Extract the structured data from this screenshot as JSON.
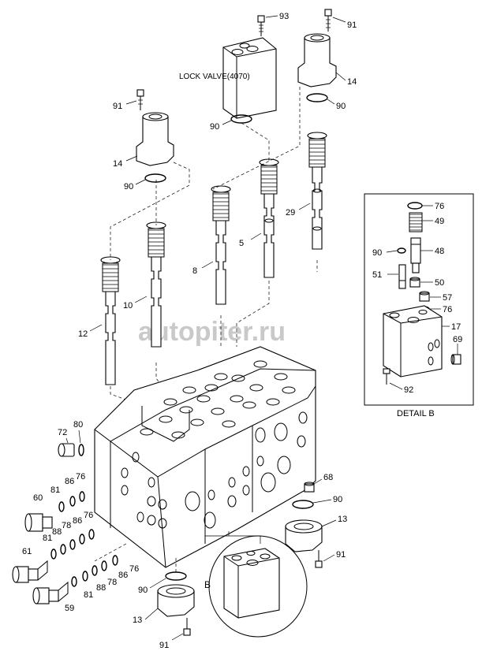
{
  "title_label": "LOCK VALVE(4070)",
  "detail_label": "DETAIL B",
  "view_label": "B",
  "watermark": "autopiter.ru",
  "callouts": {
    "c93": "93",
    "c91a": "91",
    "c14a": "14",
    "c90a": "90",
    "c91b": "91",
    "c14b": "14",
    "c90b": "90",
    "c90c": "90",
    "c29": "29",
    "c5": "5",
    "c8": "8",
    "c10": "10",
    "c12": "12",
    "c72": "72",
    "c80": "80",
    "c86a": "86",
    "c76a": "76",
    "c81a": "81",
    "c60": "60",
    "c88a": "88",
    "c78a": "78",
    "c86b": "86",
    "c76b": "76",
    "c81b": "81",
    "c61": "61",
    "c86c": "86",
    "c76c": "76",
    "c88b": "88",
    "c78b": "78",
    "c81c": "81",
    "c59": "59",
    "c68": "68",
    "c90d": "90",
    "c13a": "13",
    "c91c": "91",
    "c90e": "90",
    "c13b": "13",
    "c91d": "91",
    "d76a": "76",
    "d49": "49",
    "d90": "90",
    "d48": "48",
    "d51": "51",
    "d50": "50",
    "d57": "57",
    "d76b": "76",
    "d17": "17",
    "d69": "69",
    "d92": "92"
  }
}
